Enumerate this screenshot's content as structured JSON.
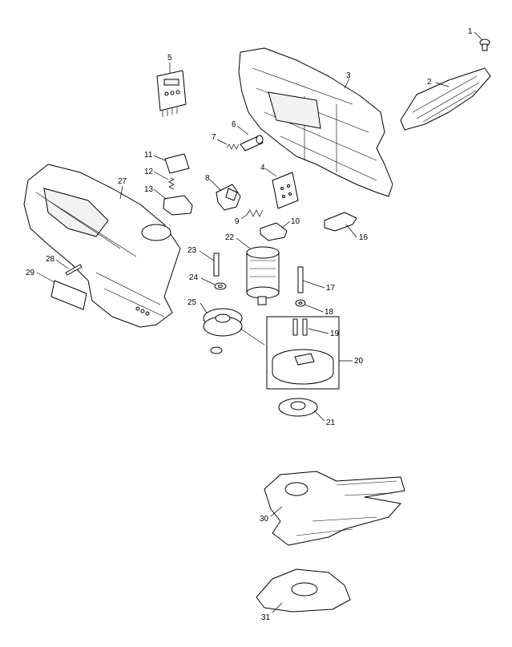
{
  "diagram": {
    "callouts": [
      {
        "id": "1",
        "label": "1"
      },
      {
        "id": "2",
        "label": "2"
      },
      {
        "id": "3",
        "label": "3"
      },
      {
        "id": "4",
        "label": "4"
      },
      {
        "id": "5",
        "label": "5"
      },
      {
        "id": "6",
        "label": "6"
      },
      {
        "id": "7",
        "label": "7"
      },
      {
        "id": "8",
        "label": "8"
      },
      {
        "id": "9",
        "label": "9"
      },
      {
        "id": "10",
        "label": "10"
      },
      {
        "id": "11",
        "label": "11"
      },
      {
        "id": "12",
        "label": "12"
      },
      {
        "id": "13",
        "label": "13"
      },
      {
        "id": "16",
        "label": "16"
      },
      {
        "id": "17",
        "label": "17"
      },
      {
        "id": "18",
        "label": "18"
      },
      {
        "id": "19",
        "label": "19"
      },
      {
        "id": "20",
        "label": "20"
      },
      {
        "id": "21",
        "label": "21"
      },
      {
        "id": "22",
        "label": "22"
      },
      {
        "id": "23",
        "label": "23"
      },
      {
        "id": "24",
        "label": "24"
      },
      {
        "id": "25",
        "label": "25"
      },
      {
        "id": "27",
        "label": "27"
      },
      {
        "id": "28",
        "label": "28"
      },
      {
        "id": "29",
        "label": "29"
      },
      {
        "id": "30",
        "label": "30"
      },
      {
        "id": "31",
        "label": "31"
      }
    ]
  }
}
